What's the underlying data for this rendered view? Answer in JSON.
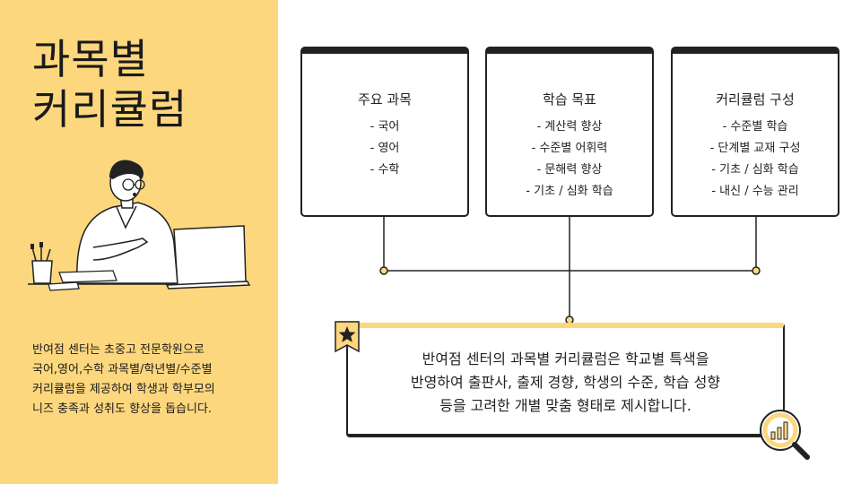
{
  "left_panel": {
    "title_lines": [
      "과목별",
      "커리큘럼"
    ],
    "description_lines": [
      "반여점 센터는 초중고 전문학원으로",
      "국어,영어,수학 과목별/학년별/수준별",
      "커리큘럼을 제공하여 학생과 학부모의",
      "니즈 충족과 성취도 향상을 돕습니다."
    ]
  },
  "cards": [
    {
      "title": "주요 과목",
      "items": [
        "- 국어",
        "- 영어",
        "- 수학"
      ]
    },
    {
      "title": "학습 목표",
      "items": [
        "- 계산력 향상",
        "- 수준별 어휘력",
        "- 문해력 향상",
        "- 기초 / 심화 학습"
      ]
    },
    {
      "title": "커리큘럼 구성",
      "items": [
        "- 수준별 학습",
        "- 단계별 교재 구성",
        "- 기초 / 심화 학습",
        "- 내신 / 수능 관리"
      ]
    }
  ],
  "summary": {
    "lines": [
      "반여점 센터의 과목별 커리큘럼은 학교별 특색을",
      "반영하여 출판사, 출제 경향, 학생의 수준, 학습 성향",
      "등을 고려한 개별 맞춤 형태로 제시합니다."
    ]
  },
  "colors": {
    "accent_yellow": "#FDD77E",
    "ink": "#222222",
    "background": "#FFFFFF"
  },
  "icons": [
    "person-with-laptop-illustration",
    "star-badge-icon",
    "magnifier-chart-icon"
  ]
}
